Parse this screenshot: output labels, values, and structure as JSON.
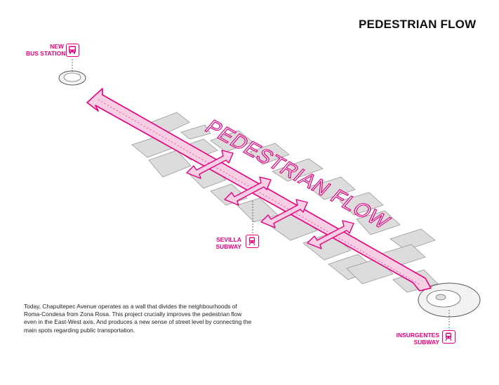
{
  "title": "PEDESTRIAN FLOW",
  "diagram_label": "PEDESTRIAN FLOW",
  "callouts": {
    "bus_station": {
      "line1": "NEW",
      "line2": "BUS STATION",
      "icon": "bus-icon"
    },
    "sevilla": {
      "line1": "SEVILLA",
      "line2": "SUBWAY",
      "icon": "train-icon"
    },
    "insurgentes": {
      "line1": "INSURGENTES",
      "line2": "SUBWAY",
      "icon": "train-icon"
    }
  },
  "description": "Today, Chapultepec Avenue operates as a wall that divides the neighbourhoods of Roma-Condesa from Zona Rosa. This project  crucially improves the pedestrian flow even in the East-West axis. And produces a new sense of street level by connecting the main spots regarding public transportation.",
  "colors": {
    "accent": "#e5007e",
    "block_fill": "#dcdcdc",
    "block_stroke": "#9a9a9a"
  }
}
